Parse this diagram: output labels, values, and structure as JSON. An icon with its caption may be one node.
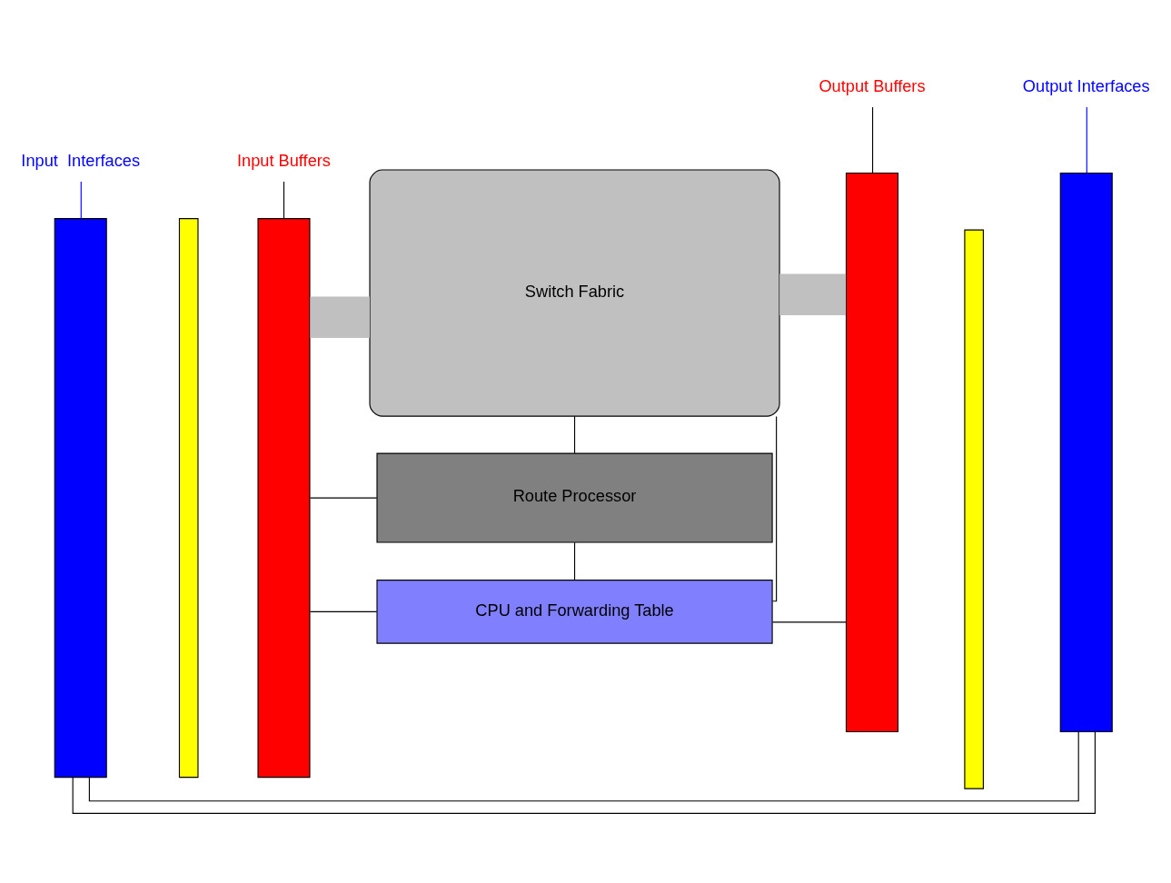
{
  "diagram": {
    "nodes": [
      {
        "text": [
          "Input  Interfaces"
        ]
      },
      {
        "text": [
          "Input Buffers"
        ]
      },
      {
        "text": [
          "Output Buffers"
        ]
      },
      {
        "text": [
          "Output Interfaces"
        ]
      },
      {
        "text": [],
        "shape": "bar"
      },
      {
        "text": [],
        "shape": "bar"
      },
      {
        "text": [],
        "shape": "bar"
      },
      {
        "text": [
          "Switch Fabric"
        ]
      },
      {
        "text": [
          "Route Processor"
        ]
      },
      {
        "text": [
          "CPU and Forwarding Table"
        ]
      },
      {
        "text": [],
        "shape": "bar"
      },
      {
        "text": [],
        "shape": "bar"
      },
      {
        "text": [],
        "shape": "bar"
      }
    ],
    "edges": [
      {
        "from": 0,
        "to": 4,
        "arrow": "none",
        "color": "#0000ff"
      },
      {
        "from": 1,
        "to": 6,
        "arrow": "none"
      },
      {
        "from": 2,
        "to": 10,
        "arrow": "none"
      },
      {
        "from": 3,
        "to": 12,
        "arrow": "none",
        "color": "#0000ff"
      },
      {
        "from": 4,
        "to": 12,
        "arrow": "none"
      },
      {
        "from": 4,
        "to": 12,
        "arrow": "none"
      },
      {
        "from": 6,
        "to": 7,
        "arrow": "none",
        "style": "thick",
        "color": "#c0c0c0"
      },
      {
        "from": 7,
        "to": 10,
        "arrow": "none",
        "style": "thick",
        "color": "#c0c0c0"
      },
      {
        "from": 7,
        "to": 8,
        "arrow": "none"
      },
      {
        "from": 7,
        "to": 9,
        "arrow": "none"
      },
      {
        "from": 8,
        "to": 9,
        "arrow": "none"
      },
      {
        "from": 6,
        "to": 8,
        "arrow": "none"
      },
      {
        "from": 6,
        "to": 9,
        "arrow": "none"
      },
      {
        "from": 9,
        "to": 10,
        "arrow": "none"
      }
    ]
  }
}
